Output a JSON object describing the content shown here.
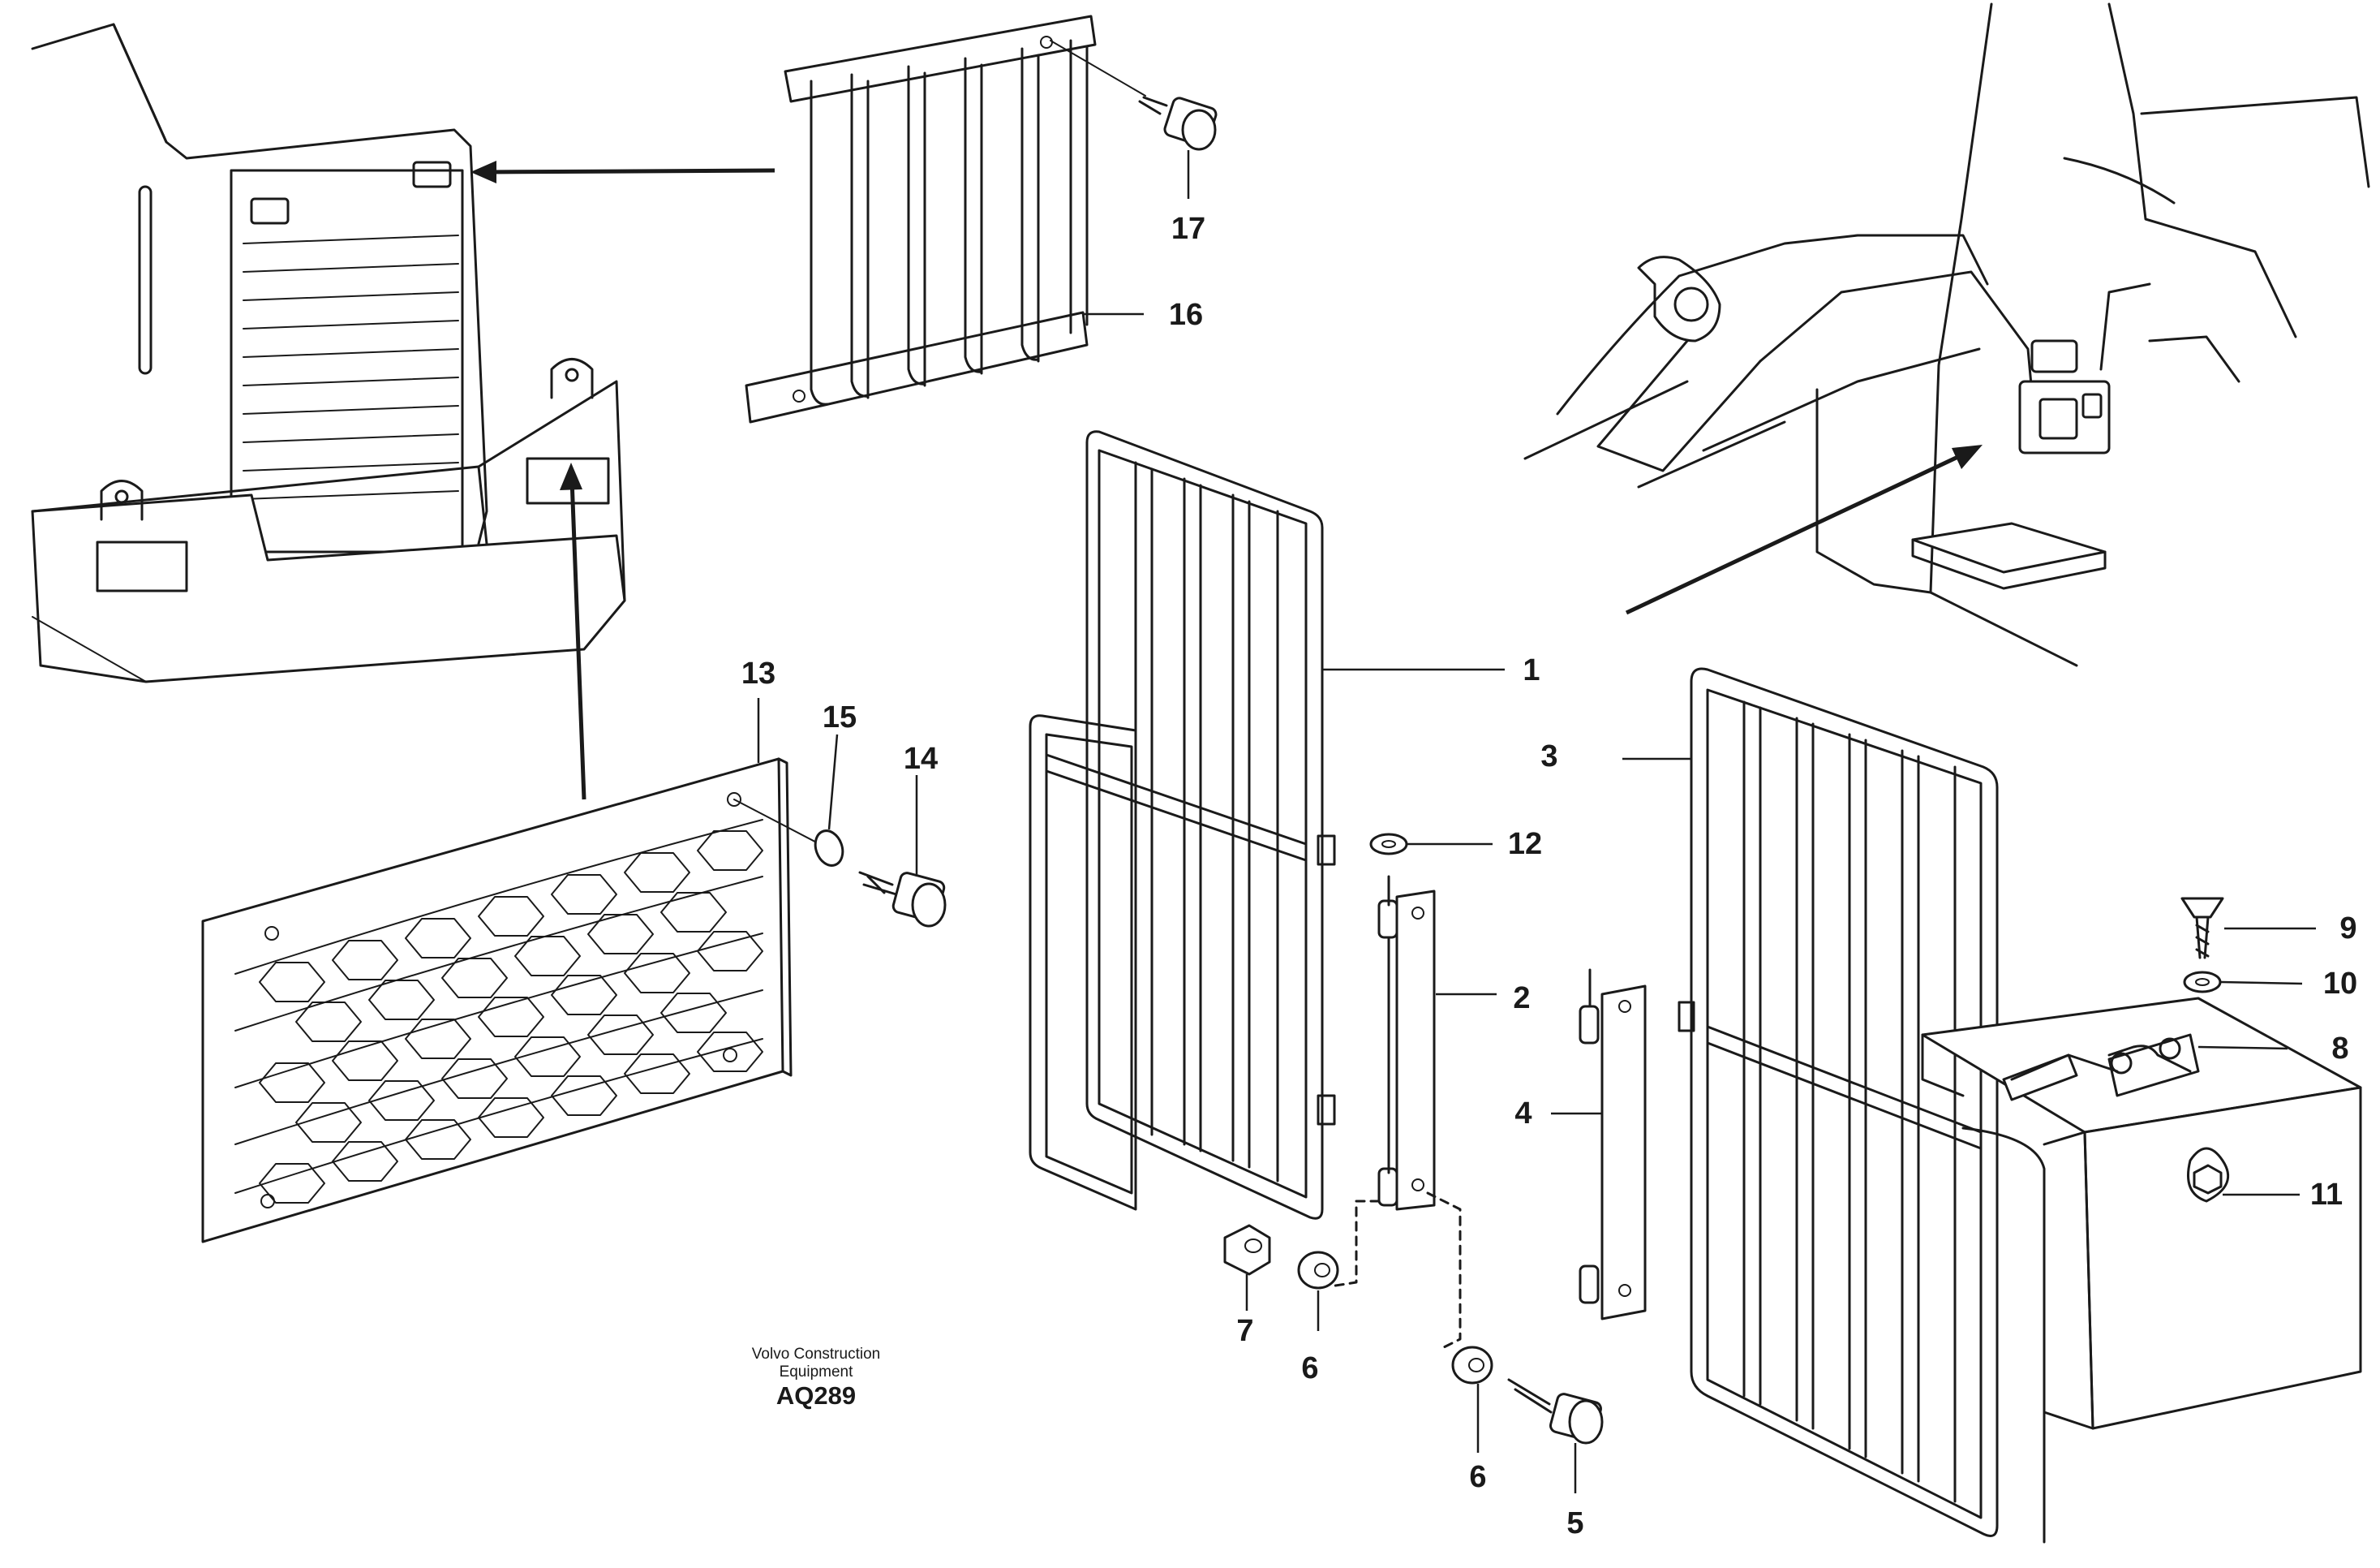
{
  "caption": {
    "line1": "Volvo Construction",
    "line2": "Equipment",
    "code": "AQ289"
  },
  "callouts": [
    "1",
    "2",
    "3",
    "4",
    "5",
    "6",
    "6",
    "7",
    "8",
    "9",
    "10",
    "11",
    "12",
    "13",
    "14",
    "15",
    "16",
    "17"
  ],
  "colors": {
    "line": "#1a1a1a",
    "background": "#ffffff"
  }
}
